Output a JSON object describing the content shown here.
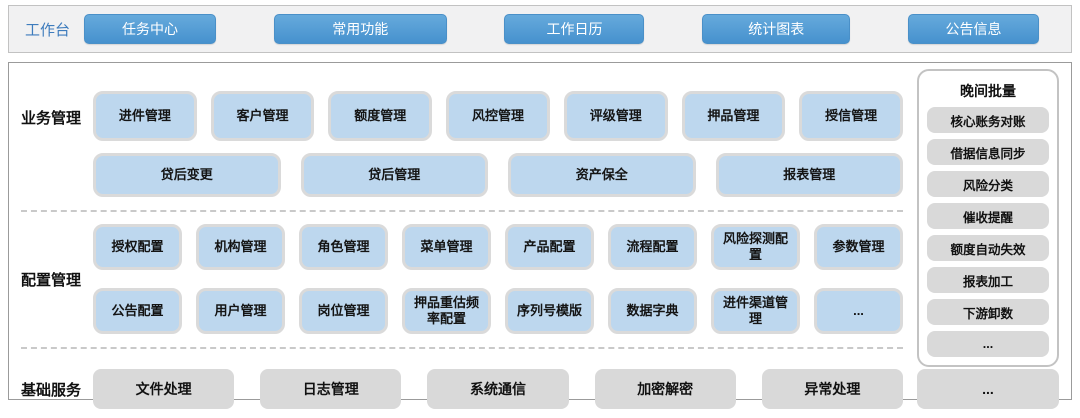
{
  "topbar": {
    "label": "工作台",
    "buttons": [
      "任务中心",
      "常用功能",
      "工作日历",
      "统计图表",
      "公告信息"
    ]
  },
  "sections": {
    "business": {
      "label": "业务管理",
      "row1": [
        "进件管理",
        "客户管理",
        "额度管理",
        "风控管理",
        "评级管理",
        "押品管理",
        "授信管理"
      ],
      "row2": [
        "贷后变更",
        "贷后管理",
        "资产保全",
        "报表管理"
      ]
    },
    "config": {
      "label": "配置管理",
      "row1": [
        "授权配置",
        "机构管理",
        "角色管理",
        "菜单管理",
        "产品配置",
        "流程配置",
        "风险探测配\n置",
        "参数管理"
      ],
      "row2": [
        "公告配置",
        "用户管理",
        "岗位管理",
        "押品重估频\n率配置",
        "序列号模版",
        "数据字典",
        "进件渠道管\n理",
        "..."
      ]
    },
    "services": {
      "label": "基础服务",
      "items": [
        "文件处理",
        "日志管理",
        "系统通信",
        "加密解密",
        "异常处理"
      ],
      "more": "..."
    }
  },
  "sidebar": {
    "title": "晚间批量",
    "items": [
      "核心账务对账",
      "借据信息同步",
      "风险分类",
      "催收提醒",
      "额度自动失效",
      "报表加工",
      "下游卸数",
      "..."
    ]
  },
  "colors": {
    "accent_blue": "#4D9BD5",
    "module_blue": "#BDD7EE",
    "box_gray": "#D9D9D9",
    "topbar_label_blue": "#3E7CBD",
    "panel_border": "#9B9B9B"
  }
}
